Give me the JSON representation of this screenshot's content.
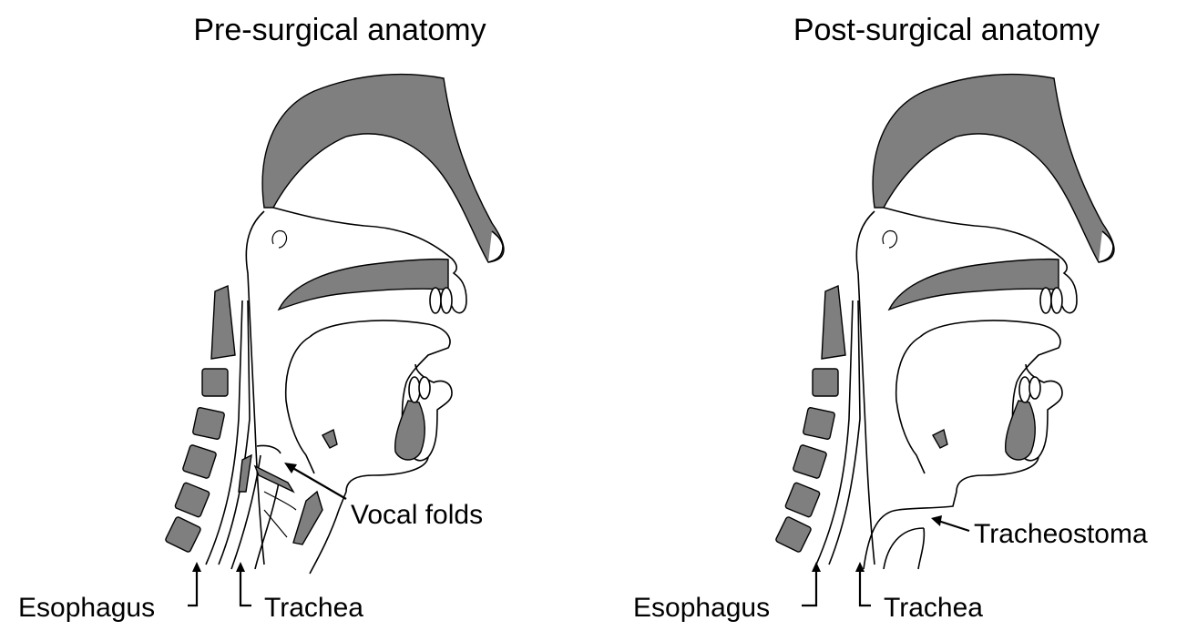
{
  "panels": [
    {
      "title": "Pre-surgical anatomy",
      "labels": {
        "vocal_folds": "Vocal folds",
        "esophagus": "Esophagus",
        "trachea": "Trachea"
      }
    },
    {
      "title": "Post-surgical anatomy",
      "labels": {
        "tracheostoma": "Tracheostoma",
        "esophagus": "Esophagus",
        "trachea": "Trachea"
      }
    }
  ],
  "colors": {
    "anatomy_fill": "#7f7f7f",
    "outline": "#000000",
    "background": "#ffffff"
  }
}
